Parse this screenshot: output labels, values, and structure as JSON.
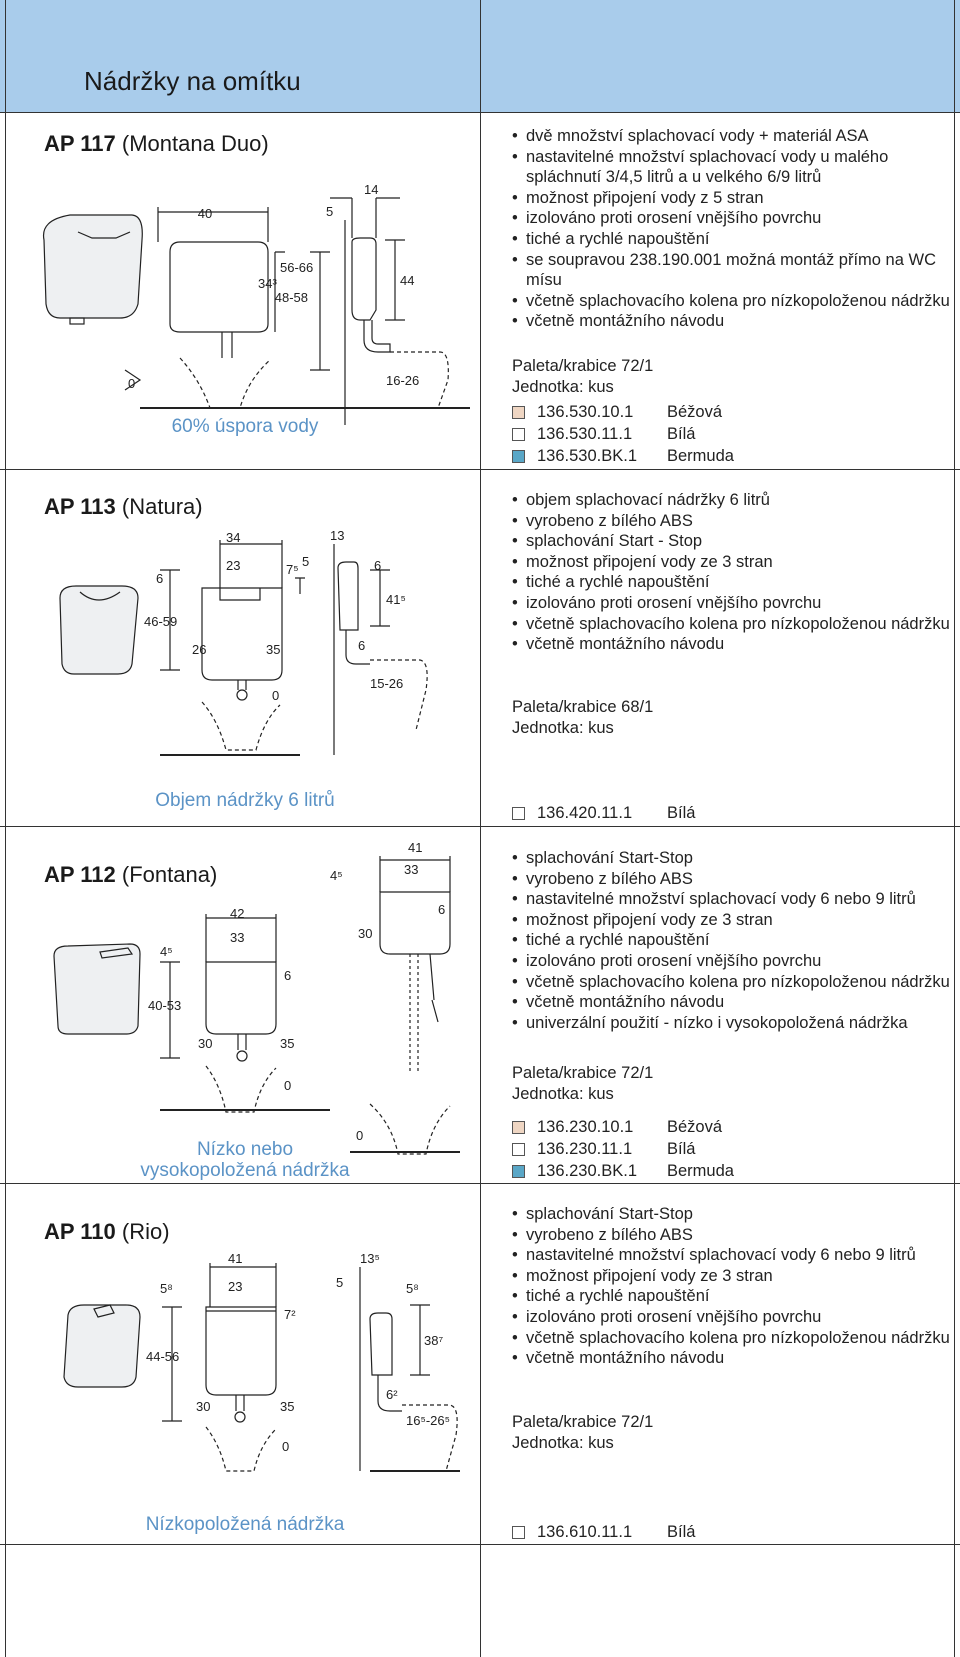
{
  "header": {
    "title": "Nádržky na omítku"
  },
  "colors": {
    "header_bg": "#a9cceb",
    "caption": "#5b93c6",
    "beige": "#efd6c3",
    "white": "#ffffff",
    "bermuda": "#5aa7c7"
  },
  "products": [
    {
      "code": "AP 117",
      "name": "(Montana Duo)",
      "caption": "60% úspora vody",
      "features": [
        "dvě množství splachovací vody + materiál ASA",
        "nastavitelné množství splachovací vody u malého spláchnutí 3/4,5 litrů a u velkého 6/9 litrů",
        "možnost připojení vody z 5 stran",
        "izolováno proti orosení vnějšího povrchu",
        "tiché a rychlé napouštění",
        "se soupravou 238.190.001 možná montáž přímo na WC mísu",
        "včetně splachovacího kolena pro nízkopoloženou nádržku",
        "včetně montážního návodu"
      ],
      "palette": "Paleta/krabice  72/1",
      "unit": "Jednotka: kus",
      "variants": [
        {
          "code": "136.530.10.1",
          "color": "Béžová",
          "swatch": "#efd6c3"
        },
        {
          "code": "136.530.11.1",
          "color": "Bílá",
          "swatch": "#ffffff"
        },
        {
          "code": "136.530.BK.1",
          "color": "Bermuda",
          "swatch": "#5aa7c7"
        }
      ],
      "dims": {
        "w": "40",
        "h1": "56-66",
        "h2": "34³",
        "sw": "14",
        "s5": "5",
        "sh": "48-58",
        "s44": "44",
        "s1626": "16-26",
        "zero": "0"
      }
    },
    {
      "code": "AP 113",
      "name": "(Natura)",
      "caption": "Objem nádržky 6 litrů",
      "features": [
        "objem splachovací nádržky 6  litrů",
        "vyrobeno z bílého ABS",
        "splachování Start - Stop",
        "možnost připojení vody ze 3 stran",
        "tiché a rychlé napouštění",
        "izolováno proti orosení vnějšího povrchu",
        "včetně splachovacího kolena pro nízkopoloženou nádržku",
        "včetně montážního návodu"
      ],
      "palette": "Paleta/krabice  68/1",
      "unit": "Jednotka: kus",
      "variants": [
        {
          "code": "136.420.11.1",
          "color": "Bílá",
          "swatch": "#ffffff"
        }
      ],
      "dims": {
        "w34": "34",
        "w23": "23",
        "d6": "6",
        "d75": "7⁵",
        "h": "46-59",
        "d26": "26",
        "d35": "35",
        "zero": "0",
        "s13": "13",
        "s5": "5",
        "s6": "6",
        "s415": "41⁵",
        "s6b": "6",
        "s1526": "15-26"
      }
    },
    {
      "code": "AP 112",
      "name": "(Fontana)",
      "caption_line1": "Nízko nebo",
      "caption_line2": "vysokopoložená nádržka",
      "features": [
        "splachování Start-Stop",
        "vyrobeno z bílého ABS",
        "nastavitelné množství splachovací vody 6 nebo 9 litrů",
        "možnost připojení vody ze 3 stran",
        "tiché a rychlé napouštění",
        "izolováno proti orosení vnějšího povrchu",
        "včetně splachovacího kolena pro nízkopoloženou nádržku",
        "včetně montážního návodu",
        "univerzální použití - nízko i vysokopoložená nádržka"
      ],
      "palette": "Paleta/krabice  72/1",
      "unit": "Jednotka: kus",
      "variants": [
        {
          "code": "136.230.10.1",
          "color": "Béžová",
          "swatch": "#efd6c3"
        },
        {
          "code": "136.230.11.1",
          "color": "Bílá",
          "swatch": "#ffffff"
        },
        {
          "code": "136.230.BK.1",
          "color": "Bermuda",
          "swatch": "#5aa7c7"
        }
      ],
      "dims": {
        "w42": "42",
        "w33": "33",
        "d45": "4⁵",
        "d6": "6",
        "h": "40-53",
        "d30": "30",
        "d35": "35",
        "zero": "0",
        "hw41": "41",
        "hw33": "33",
        "hd45": "4⁵",
        "hd6": "6",
        "hd30": "30",
        "hzero": "0"
      }
    },
    {
      "code": "AP 110",
      "name": "(Rio)",
      "caption": "Nízkopoložená nádržka",
      "features": [
        "splachování Start-Stop",
        "vyrobeno z bílého ABS",
        "nastavitelné množství splachovací vody 6 nebo 9 litrů",
        "možnost připojení vody ze 3 stran",
        "tiché a rychlé napouštění",
        "izolováno proti orosení vnějšího povrchu",
        "včetně splachovacího kolena pro nízkopoloženou nádržku",
        "včetně montážního návodu"
      ],
      "palette": "Paleta/krabice  72/1",
      "unit": "Jednotka: kus",
      "variants": [
        {
          "code": "136.610.11.1",
          "color": "Bílá",
          "swatch": "#ffffff"
        }
      ],
      "dims": {
        "w41": "41",
        "w23": "23",
        "d58": "5⁸",
        "d72": "7²",
        "h": "44-56",
        "d30": "30",
        "d35": "35",
        "zero": "0",
        "s135": "13⁵",
        "s5": "5",
        "s58": "5⁸",
        "s387": "38⁷",
        "s62": "6²",
        "s1652": "16⁵-26⁵"
      }
    }
  ]
}
